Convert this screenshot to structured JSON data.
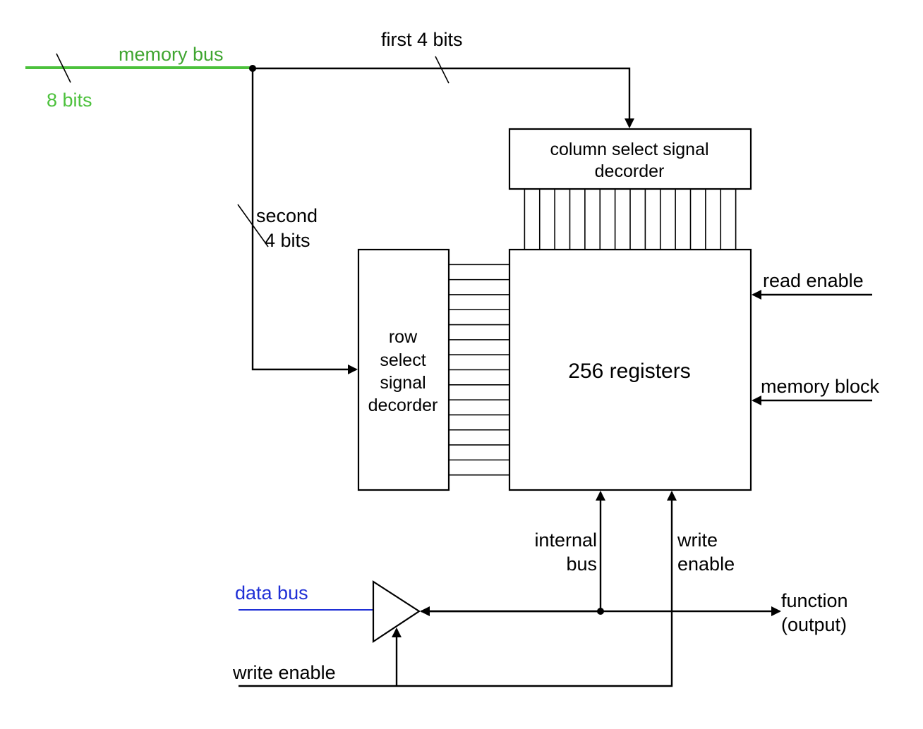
{
  "colors": {
    "memory_bus": "#4cc13c",
    "memory_bus_text": "#3fa530",
    "data_bus": "#1f2fd6",
    "line": "#000000",
    "background": "#ffffff"
  },
  "labels": {
    "memory_bus": "memory bus",
    "memory_bus_width": "8 bits",
    "first_bits": "first 4 bits",
    "second_bits_line1": "second",
    "second_bits_line2": "4 bits",
    "column_decoder_line1": "column select signal",
    "column_decoder_line2": "decorder",
    "row_decoder_line1": "row",
    "row_decoder_line2": "select",
    "row_decoder_line3": "signal",
    "row_decoder_line4": "decorder",
    "registers": "256 registers",
    "read_enable": "read enable",
    "memory_block": "memory block",
    "internal_bus_line1": "internal",
    "internal_bus_line2": "bus",
    "write_enable_right_line1": "write",
    "write_enable_right_line2": "enable",
    "data_bus": "data bus",
    "function_line1": "function",
    "function_line2": "(output)",
    "write_enable_bottom": "write enable"
  },
  "column_select_lines": 16,
  "row_select_lines": 16
}
